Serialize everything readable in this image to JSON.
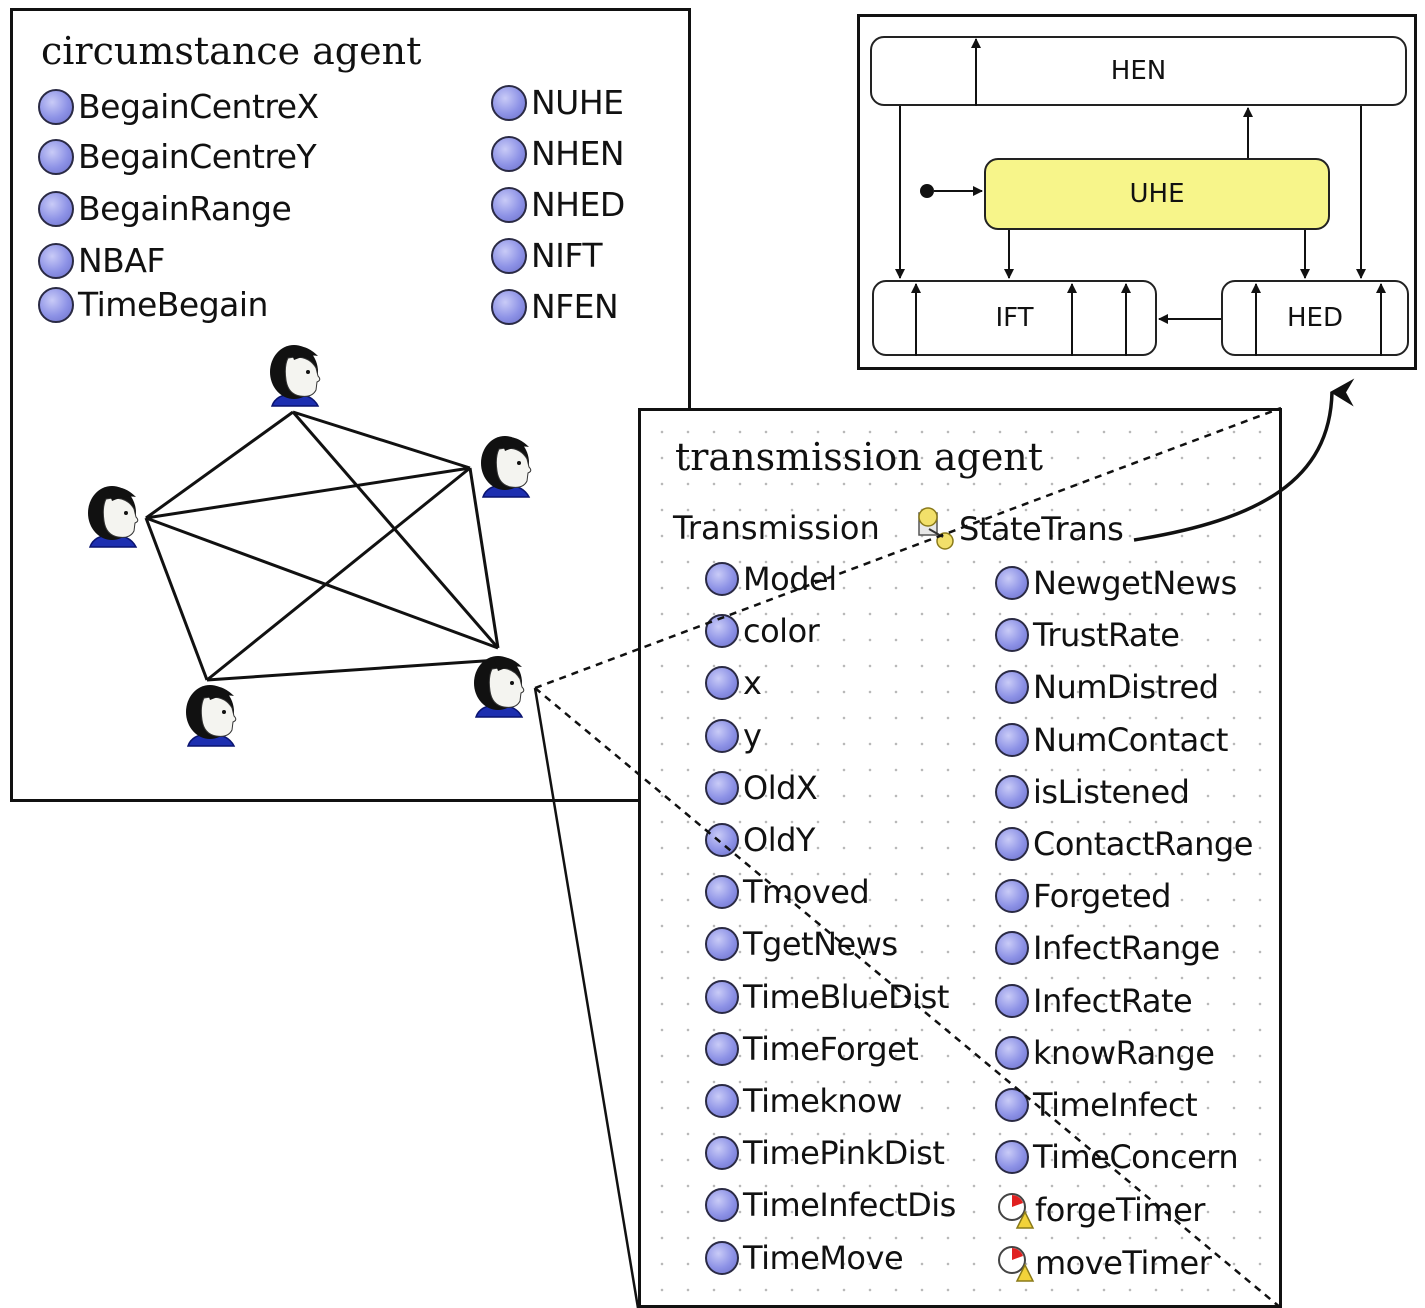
{
  "circumstance": {
    "title": "circumstance agent",
    "left_vars": [
      "BegainCentreX",
      "BegainCentreY",
      "BegainRange",
      "NBAF",
      "TimeBegain"
    ],
    "right_vars": [
      "NUHE",
      "NHEN",
      "NHED",
      "NIFT",
      "NFEN"
    ]
  },
  "transmission": {
    "title": "transmission agent",
    "section_label": "Transmission",
    "statechart_label": "StateTrans",
    "left_vars": [
      "Model",
      "color",
      "x",
      "y",
      "OldX",
      "OldY",
      "Tmoved",
      "TgetNews",
      "TimeBlueDist",
      "TimeForget",
      "Timeknow",
      "TimePinkDist",
      "TimeInfectDis",
      "TimeMove"
    ],
    "right_vars": [
      "NewgetNews",
      "TrustRate",
      "NumDistred",
      "NumContact",
      "isListened",
      "ContactRange",
      "Forgeted",
      "InfectRange",
      "InfectRate",
      "knowRange",
      "TimeInfect",
      "TimeConcern",
      "forgeTimer",
      "moveTimer"
    ],
    "right_icons": [
      "variable-icon",
      "variable-icon",
      "variable-icon",
      "variable-icon",
      "variable-icon",
      "variable-icon",
      "variable-icon",
      "variable-icon",
      "variable-icon",
      "variable-icon",
      "variable-icon",
      "variable-icon",
      "timer-icon",
      "timer-icon"
    ]
  },
  "statechart": {
    "states": {
      "hen": "HEN",
      "uhe": "UHE",
      "ift": "IFT",
      "hed": "HED"
    }
  },
  "colors": {
    "variable": "#8d92e6",
    "uhe_fill": "#f7f58a",
    "person_shirt": "#1d2fb0"
  }
}
